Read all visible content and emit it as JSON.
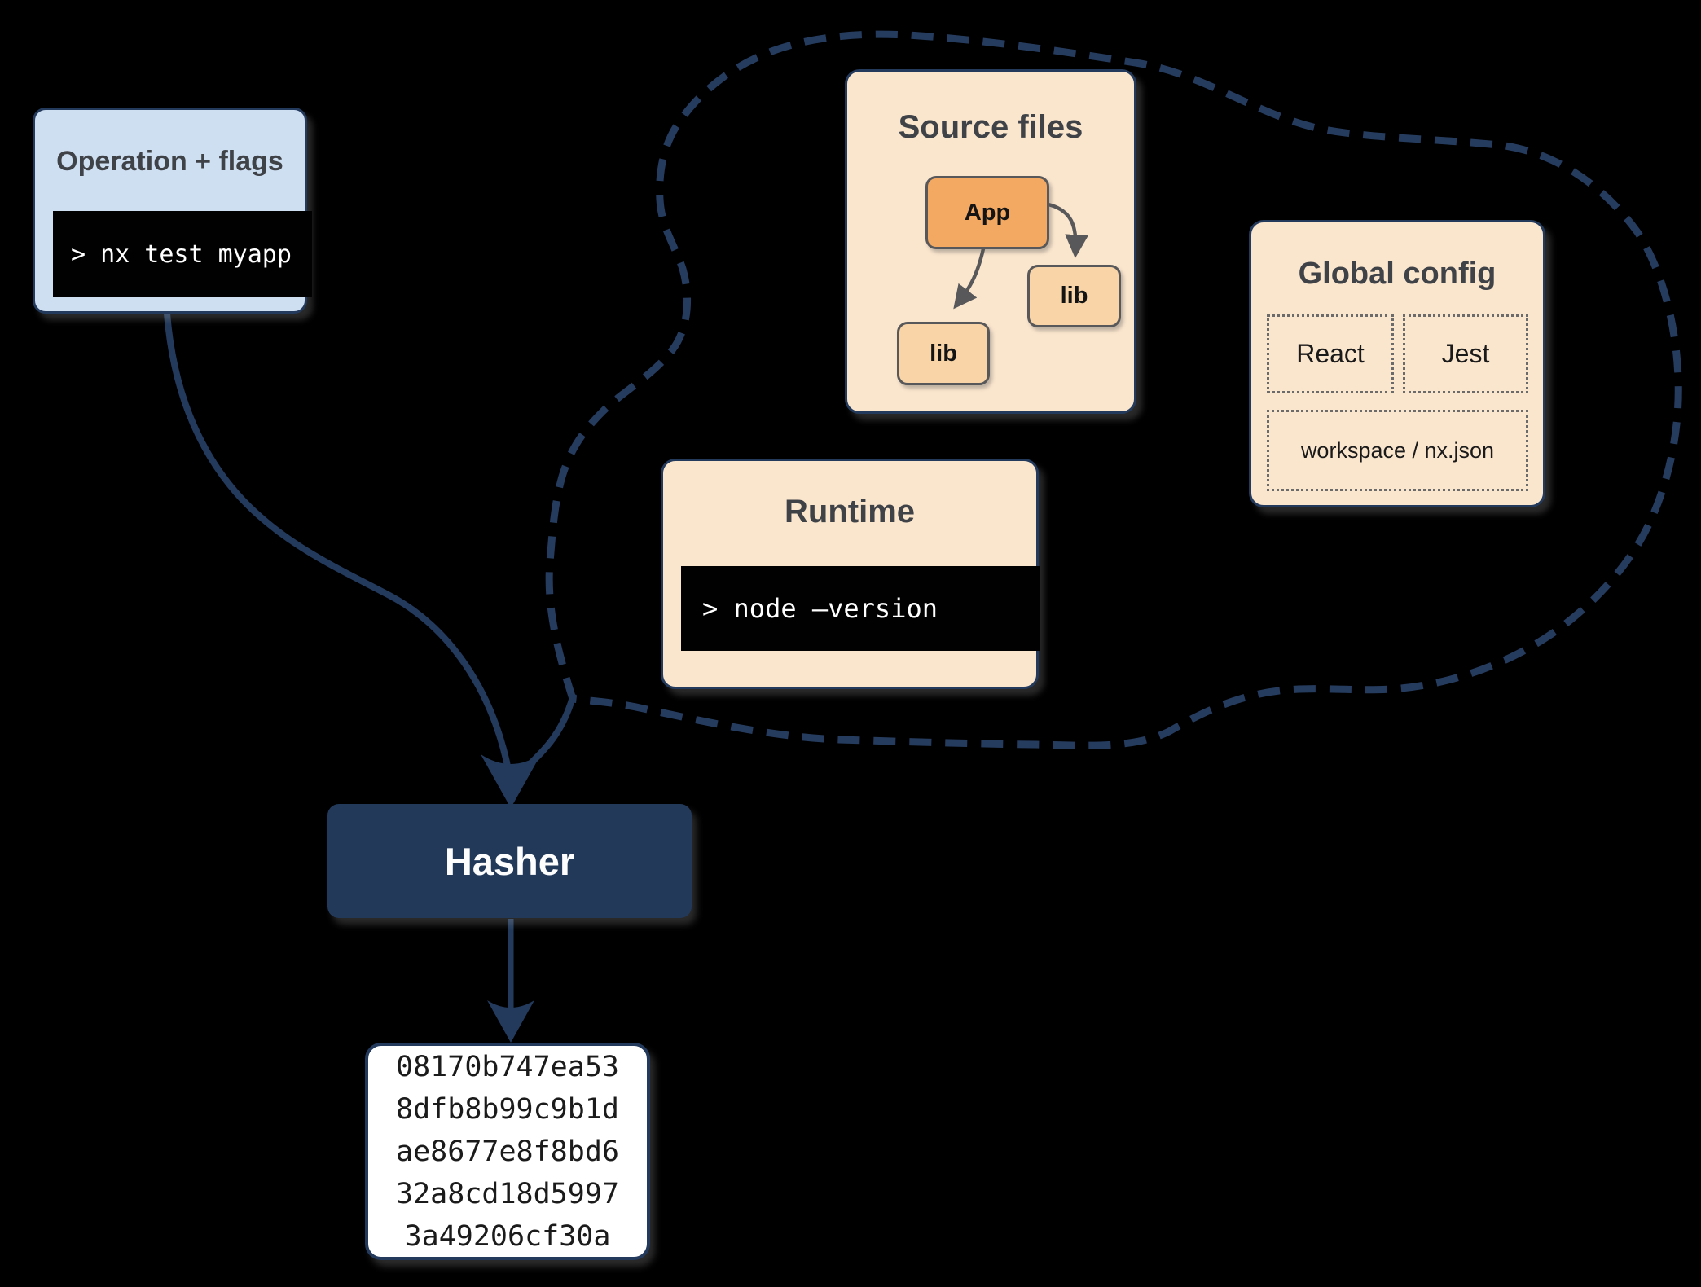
{
  "colors": {
    "navy": "#233a5c",
    "peach": "#fae5cd",
    "light_blue": "#cfdff2",
    "orange": "#f4a963",
    "light_orange": "#f8d4a6",
    "terminal_bg": "#010101",
    "terminal_text": "#ffffff",
    "title_gray": "#3f4348"
  },
  "operation": {
    "title": "Operation + flags",
    "command": "> nx test myapp"
  },
  "cloud": {
    "source_files": {
      "title": "Source files",
      "nodes": {
        "app": "App",
        "lib1": "lib",
        "lib2": "lib"
      }
    },
    "global_config": {
      "title": "Global config",
      "items": {
        "react": "React",
        "jest": "Jest",
        "workspace": "workspace / nx.json"
      }
    },
    "runtime": {
      "title": "Runtime",
      "command": "> node –version"
    }
  },
  "hasher": {
    "label": "Hasher"
  },
  "hash_output": {
    "lines": [
      "08170b747ea53",
      "8dfb8b99c9b1d",
      "ae8677e8f8bd6",
      "32a8cd18d5997",
      "3a49206cf30a"
    ]
  }
}
